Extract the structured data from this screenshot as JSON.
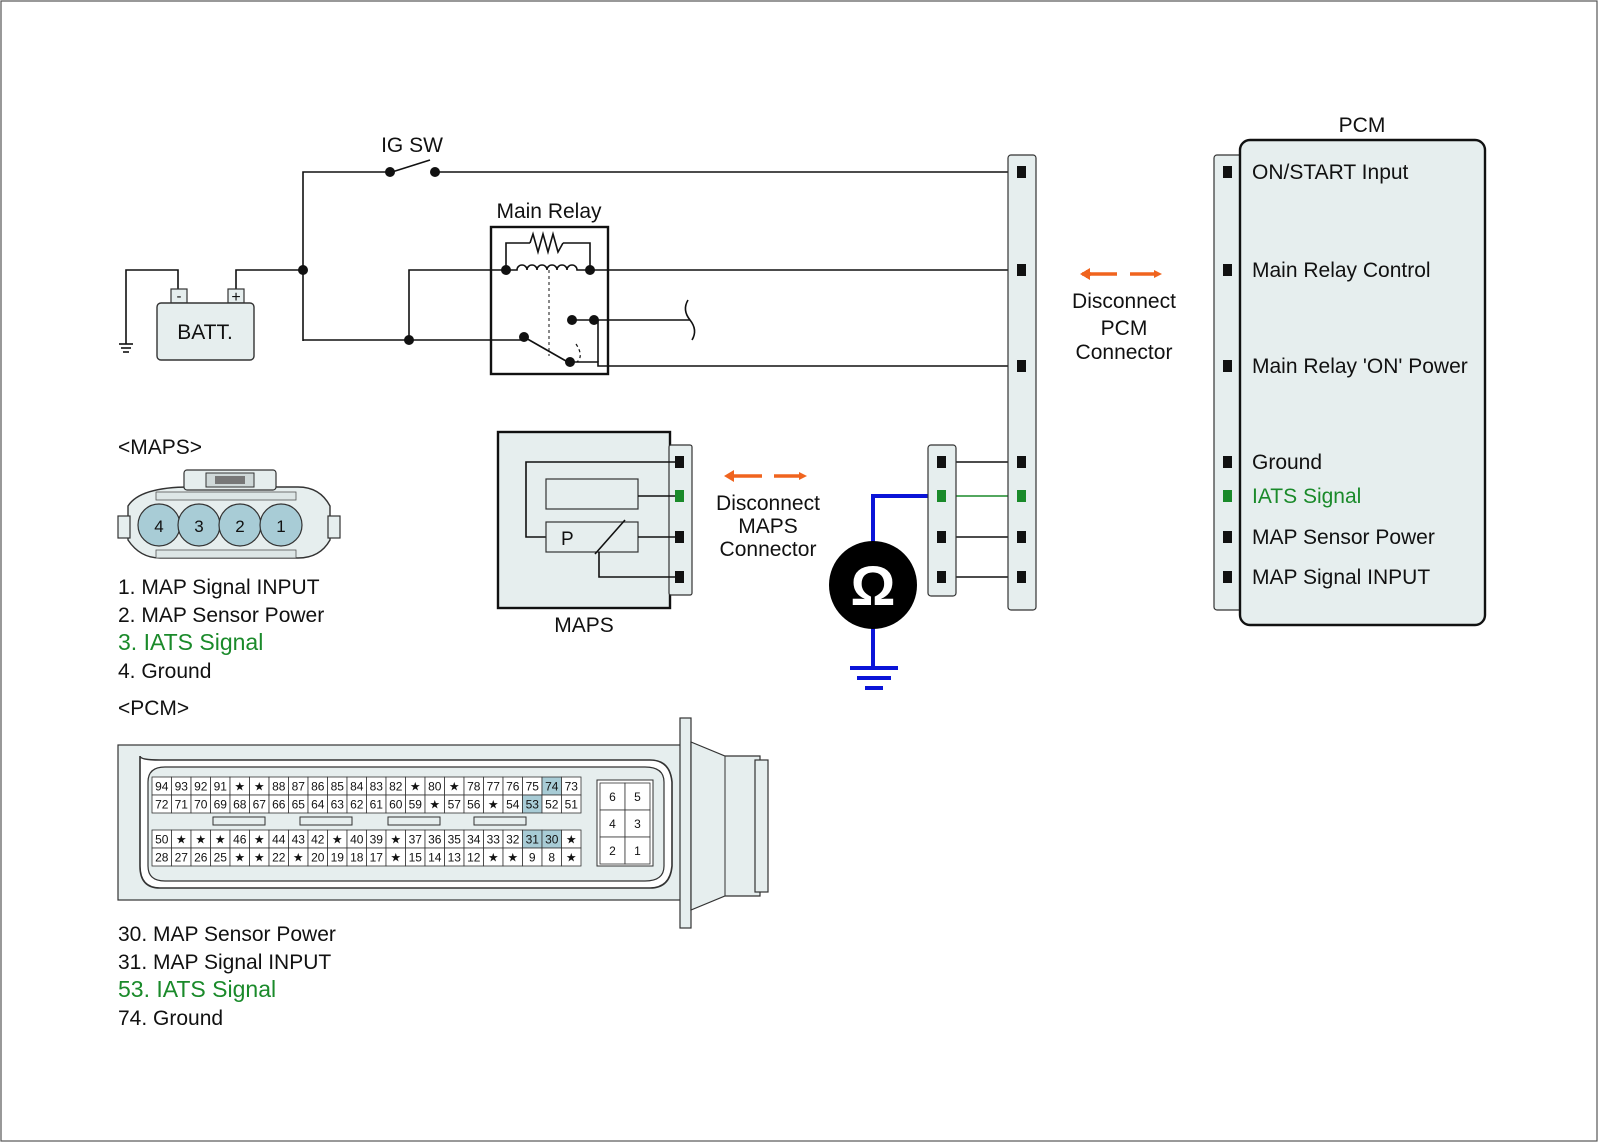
{
  "colors": {
    "background": "#ffffff",
    "component_fill": "#e6eeee",
    "wire": "#111111",
    "iats_green": "#1a8a2a",
    "meter_wire_blue": "#0a14d8",
    "arrow_orange": "#f0641e",
    "highlight_pin": "#a8ccd6"
  },
  "labels": {
    "ig_sw": "IG SW",
    "main_relay": "Main Relay",
    "battery": "BATT.",
    "battery_minus": "-",
    "battery_plus": "+",
    "maps": "MAPS",
    "maps_p": "P",
    "disconnect_pcm": [
      "Disconnect",
      "PCM",
      "Connector"
    ],
    "disconnect_maps": [
      "Disconnect",
      "MAPS",
      "Connector"
    ],
    "ohm_symbol": "Ω"
  },
  "pcm_block": {
    "title": "PCM",
    "pins": [
      {
        "label": "ON/START Input",
        "highlight": false
      },
      {
        "label": "Main Relay Control",
        "highlight": false
      },
      {
        "label": "Main Relay 'ON' Power",
        "highlight": false
      },
      {
        "label": "Ground",
        "highlight": false
      },
      {
        "label": "IATS Signal",
        "highlight": true
      },
      {
        "label": "MAP Sensor Power",
        "highlight": false
      },
      {
        "label": "MAP Signal  INPUT",
        "highlight": false
      }
    ]
  },
  "maps_connector": {
    "title": "<MAPS>",
    "pins": [
      "4",
      "3",
      "2",
      "1"
    ],
    "legend": [
      {
        "text": "1. MAP Signal  INPUT",
        "highlight": false
      },
      {
        "text": "2. MAP Sensor Power",
        "highlight": false
      },
      {
        "text": "3. IATS Signal",
        "highlight": true
      },
      {
        "text": "4. Ground",
        "highlight": false
      }
    ]
  },
  "pcm_connector": {
    "title": "<PCM>",
    "rows": [
      [
        "94",
        "93",
        "92",
        "91",
        "★",
        "★",
        "88",
        "87",
        "86",
        "85",
        "84",
        "83",
        "82",
        "★",
        "80",
        "★",
        "78",
        "77",
        "76",
        "75",
        "74",
        "73"
      ],
      [
        "72",
        "71",
        "70",
        "69",
        "68",
        "67",
        "66",
        "65",
        "64",
        "63",
        "62",
        "61",
        "60",
        "59",
        "★",
        "57",
        "56",
        "★",
        "54",
        "53",
        "52",
        "51"
      ],
      [
        "50",
        "★",
        "★",
        "★",
        "46",
        "★",
        "44",
        "43",
        "42",
        "★",
        "40",
        "39",
        "★",
        "37",
        "36",
        "35",
        "34",
        "33",
        "32",
        "31",
        "30",
        "★"
      ],
      [
        "28",
        "27",
        "26",
        "25",
        "★",
        "★",
        "22",
        "★",
        "20",
        "19",
        "18",
        "17",
        "★",
        "15",
        "14",
        "13",
        "12",
        "★",
        "★",
        "9",
        "8",
        "★"
      ]
    ],
    "highlighted_pins": [
      "74",
      "53",
      "31",
      "30"
    ],
    "side_grid": [
      [
        "6",
        "5"
      ],
      [
        "4",
        "3"
      ],
      [
        "2",
        "1"
      ]
    ],
    "legend": [
      {
        "text": "30. MAP Sensor Power",
        "highlight": false
      },
      {
        "text": "31. MAP Signal  INPUT",
        "highlight": false
      },
      {
        "text": "53. IATS Signal",
        "highlight": true
      },
      {
        "text": "74. Ground",
        "highlight": false
      }
    ]
  }
}
